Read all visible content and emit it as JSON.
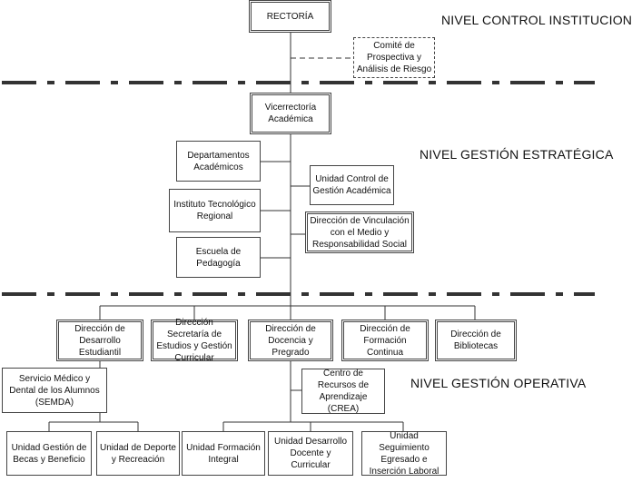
{
  "levels": {
    "institucional": "NIVEL CONTROL INSTITUCIONAL",
    "estrategica": "NIVEL GESTIÓN ESTRATÉGICA",
    "operativa": "NIVEL GESTIÓN OPERATIVA"
  },
  "nodes": {
    "rectoria": "RECTORÍA",
    "comite": "Comité de Prospectiva y Análisis de Riesgo",
    "vicerrectoria": "Vicerrectoría Académica",
    "departamentos": "Departamentos Académicos",
    "instituto": "Instituto Tecnológico Regional",
    "escuela": "Escuela de Pedagogía",
    "unidad_control": "Unidad Control de Gestión Académica",
    "vinculacion": "Dirección de Vinculación con el Medio y Responsabilidad Social",
    "desarrollo_estudiantil": "Dirección de Desarrollo Estudiantil",
    "secretaria": "Dirección Secretaría de Estudios y Gestión Curricular",
    "docencia": "Dirección de Docencia y Pregrado",
    "formacion_continua": "Dirección de Formación Continua",
    "bibliotecas": "Dirección de Bibliotecas",
    "semda": "Servicio Médico y Dental de los Alumnos (SEMDA)",
    "crea": "Centro de Recursos de Aprendizaje (CREA)",
    "becas": "Unidad Gestión de Becas y Beneficio",
    "deporte": "Unidad de Deporte y Recreación",
    "formacion_integral": "Unidad Formación Integral",
    "desarrollo_docente": "Unidad Desarrollo Docente y Curricular",
    "seguimiento": "Unidad Seguimiento Egresado e Inserción Laboral"
  }
}
